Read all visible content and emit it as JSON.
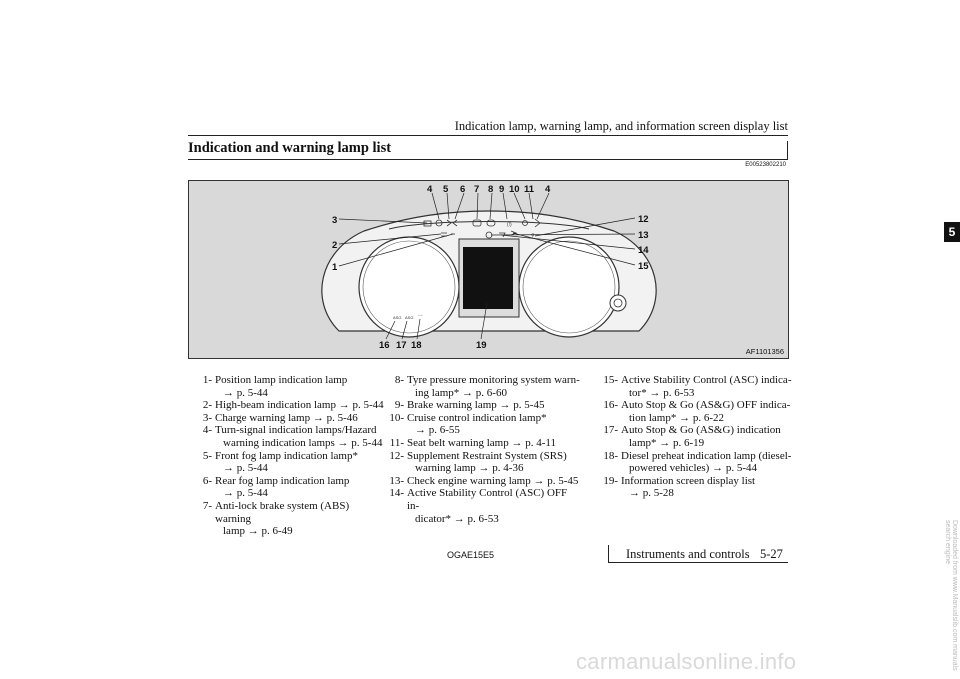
{
  "header": {
    "running_head": "Indication lamp, warning lamp, and information screen display list",
    "section_title": "Indication and warning lamp list",
    "doc_code": "E00523802210"
  },
  "figure": {
    "figure_code": "AF1101356",
    "callouts_top": [
      "4",
      "5",
      "6",
      "7",
      "8",
      "9",
      "10",
      "11",
      "4"
    ],
    "callouts_left": [
      "3",
      "2",
      "1"
    ],
    "callouts_right": [
      "12",
      "13",
      "14",
      "15"
    ],
    "callouts_bottom": [
      "16",
      "17",
      "18",
      "19"
    ]
  },
  "list": {
    "col1": [
      {
        "num": "1-",
        "text": "Position lamp indication lamp",
        "cont": "→ p. 5-44"
      },
      {
        "num": "2-",
        "text": "High-beam indication lamp → p. 5-44",
        "cont": ""
      },
      {
        "num": "3-",
        "text": "Charge warning lamp → p. 5-46",
        "cont": ""
      },
      {
        "num": "4-",
        "text": "Turn-signal indication lamps/Hazard",
        "cont": "warning indication lamps → p. 5-44"
      },
      {
        "num": "5-",
        "text": "Front fog lamp indication lamp*",
        "cont": "→ p. 5-44"
      },
      {
        "num": "6-",
        "text": "Rear fog lamp indication lamp",
        "cont": "→ p. 5-44"
      },
      {
        "num": "7-",
        "text": "Anti-lock brake system (ABS) warning",
        "cont": "lamp → p. 6-49"
      }
    ],
    "col2": [
      {
        "num": "8-",
        "text": "Tyre pressure monitoring system warn-",
        "cont": "ing lamp* → p. 6-60"
      },
      {
        "num": "9-",
        "text": "Brake warning lamp → p. 5-45",
        "cont": ""
      },
      {
        "num": "10-",
        "text": "Cruise control indication lamp*",
        "cont": "→ p. 6-55"
      },
      {
        "num": "11-",
        "text": "Seat belt warning lamp → p. 4-11",
        "cont": ""
      },
      {
        "num": "12-",
        "text": "Supplement Restraint System (SRS)",
        "cont": "warning lamp → p. 4-36"
      },
      {
        "num": "13-",
        "text": "Check engine warning lamp → p. 5-45",
        "cont": ""
      },
      {
        "num": "14-",
        "text": "Active Stability Control (ASC) OFF in-",
        "cont": "dicator* → p. 6-53"
      }
    ],
    "col3": [
      {
        "num": "15-",
        "text": "Active Stability Control (ASC) indica-",
        "cont": "tor* → p. 6-53"
      },
      {
        "num": "16-",
        "text": "Auto Stop & Go (AS&G) OFF indica-",
        "cont": "tion lamp* → p. 6-22"
      },
      {
        "num": "17-",
        "text": "Auto Stop & Go (AS&G) indication",
        "cont": "lamp* → p. 6-19"
      },
      {
        "num": "18-",
        "text": "Diesel preheat indication lamp (diesel-",
        "cont": "powered vehicles) → p. 5-44"
      },
      {
        "num": "19-",
        "text": "Information screen display list",
        "cont": "→ p. 5-28"
      }
    ]
  },
  "footer": {
    "code": "OGAE15E5",
    "section": "Instruments and controls",
    "page": "5-27"
  },
  "chapter_tab": "5",
  "watermark": "carmanualsonline.info",
  "side_mark": "Downloaded from www.Manualslib.com manuals search engine"
}
